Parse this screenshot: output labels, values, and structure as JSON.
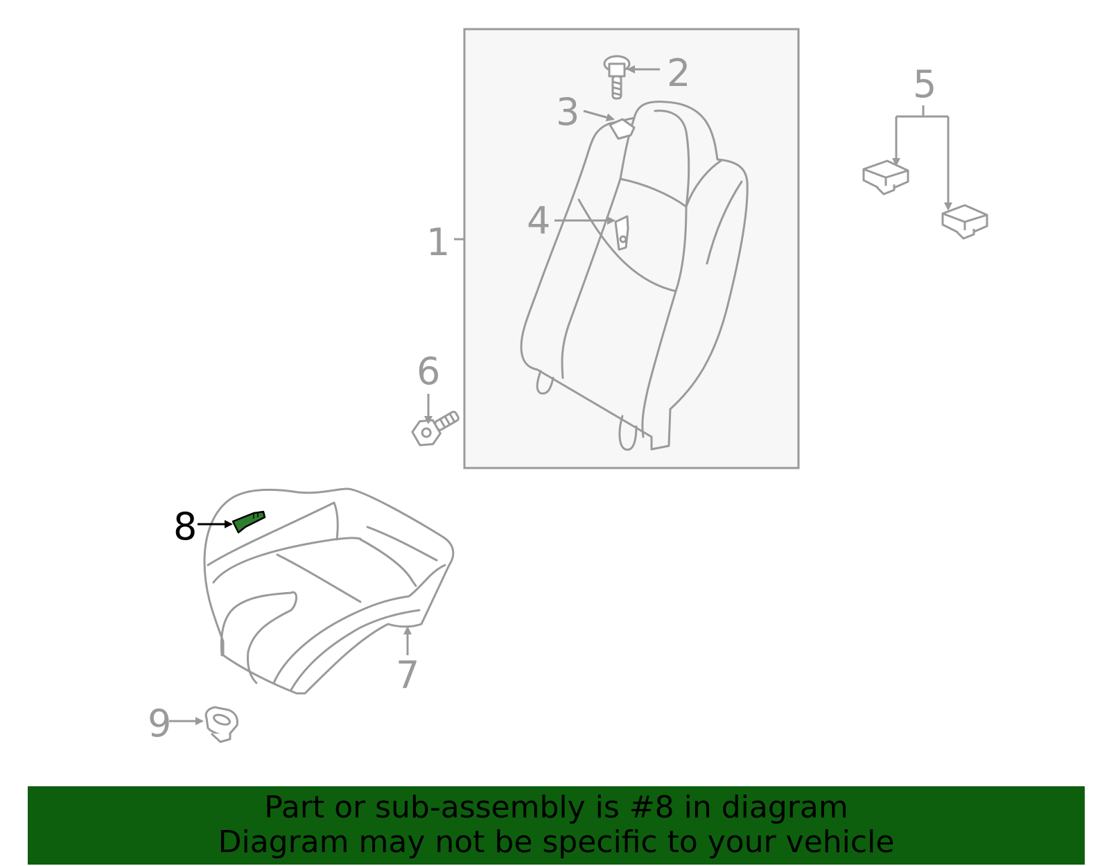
{
  "diagram": {
    "callouts": {
      "c1": "1",
      "c2": "2",
      "c3": "3",
      "c4": "4",
      "c5": "5",
      "c6": "6",
      "c7": "7",
      "c8": "8",
      "c9": "9"
    },
    "highlighted_callout": "8",
    "colors": {
      "line": "#9a9a9a",
      "highlight_part": "#2e7d2e",
      "panel_background": "#f7f7f7",
      "banner_background": "#0d5f0d"
    }
  },
  "banner": {
    "line1": "Part or sub-assembly is #8 in diagram",
    "line2": "Diagram may not be specific to your vehicle"
  }
}
